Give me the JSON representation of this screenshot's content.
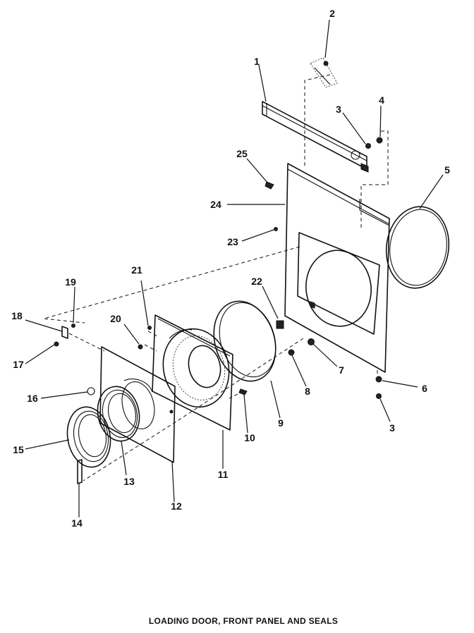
{
  "caption": "LOADING DOOR, FRONT PANEL AND SEALS",
  "callouts": [
    "1",
    "2",
    "3",
    "4",
    "5",
    "6",
    "3",
    "7",
    "8",
    "9",
    "10",
    "11",
    "12",
    "13",
    "14",
    "15",
    "16",
    "17",
    "18",
    "19",
    "20",
    "21",
    "22",
    "23",
    "24",
    "25"
  ]
}
